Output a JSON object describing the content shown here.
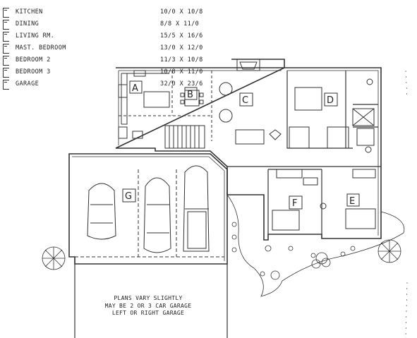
{
  "legend": [
    {
      "name": "KITCHEN",
      "dims": "10/0 X 10/8"
    },
    {
      "name": "DINING",
      "dims": "8/8 X 11/0"
    },
    {
      "name": "LIVING RM.",
      "dims": "15/5 X 16/6"
    },
    {
      "name": "MAST. BEDROOM",
      "dims": "13/0 X 12/0"
    },
    {
      "name": "BEDROOM 2",
      "dims": "11/3 X 10/8"
    },
    {
      "name": "BEDROOM 3",
      "dims": "10/8 X 11/0"
    },
    {
      "name": "GARAGE",
      "dims": "32/0 X 23/6"
    }
  ],
  "rooms": {
    "a": "A",
    "b": "B",
    "c": "C",
    "d": "D",
    "e": "E",
    "f": "F",
    "g": "G"
  },
  "note": {
    "line1": "PLANS VARY SLIGHTLY",
    "line2": "MAY BE 2 OR 3 CAR GARAGE",
    "line3": "LEFT OR RIGHT GARAGE"
  }
}
